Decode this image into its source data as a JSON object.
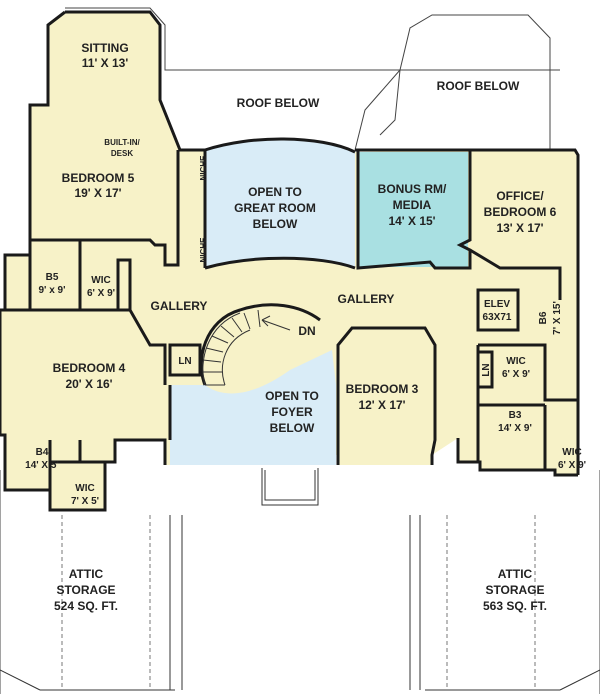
{
  "colors": {
    "floor": "#f7f2c8",
    "great_room": "#d9ecf7",
    "bonus": "#a9e0e2",
    "foyer": "#d9ecf7",
    "wall": "#1a1a1a",
    "background": "#ffffff"
  },
  "labels": {
    "sitting": [
      "SITTING",
      "11' X 13'"
    ],
    "roof_below_left": "ROOF BELOW",
    "roof_below_right": "ROOF BELOW",
    "built_in_desk": [
      "BUILT-IN/",
      "DESK"
    ],
    "bedroom5": [
      "BEDROOM 5",
      "19' X 17'"
    ],
    "niche_top": "NICHE",
    "niche_bottom": "NICHE",
    "great_room": [
      "OPEN TO",
      "GREAT ROOM",
      "BELOW"
    ],
    "bonus": [
      "BONUS RM/",
      "MEDIA",
      "14' X 15'"
    ],
    "office": [
      "OFFICE/",
      "BEDROOM 6",
      "13' X 17'"
    ],
    "b5": [
      "B5",
      "9' x 9'"
    ],
    "wic_b5": [
      "WIC",
      "6' X 9'"
    ],
    "gallery_left": "GALLERY",
    "gallery_right": "GALLERY",
    "elev": [
      "ELEV",
      "63X71"
    ],
    "b6": [
      "B6",
      "7' X 15'"
    ],
    "dn": "DN",
    "bedroom4": [
      "BEDROOM 4",
      "20' X 16'"
    ],
    "ln_left": "LN",
    "foyer": [
      "OPEN TO",
      "FOYER",
      "BELOW"
    ],
    "bedroom3": [
      "BEDROOM 3",
      "12' X 17'"
    ],
    "ln_right": "LN",
    "wic_b3": [
      "WIC",
      "6' X 9'"
    ],
    "b3": [
      "B3",
      "14' X 9'"
    ],
    "wic_b3b": [
      "WIC",
      "6' X 9'"
    ],
    "b4": [
      "B4",
      "14' X 5'"
    ],
    "wic_b4": [
      "WIC",
      "7' X 5'"
    ],
    "attic_left": [
      "ATTIC",
      "STORAGE",
      "524 SQ. FT."
    ],
    "attic_right": [
      "ATTIC",
      "STORAGE",
      "563 SQ. FT."
    ]
  }
}
